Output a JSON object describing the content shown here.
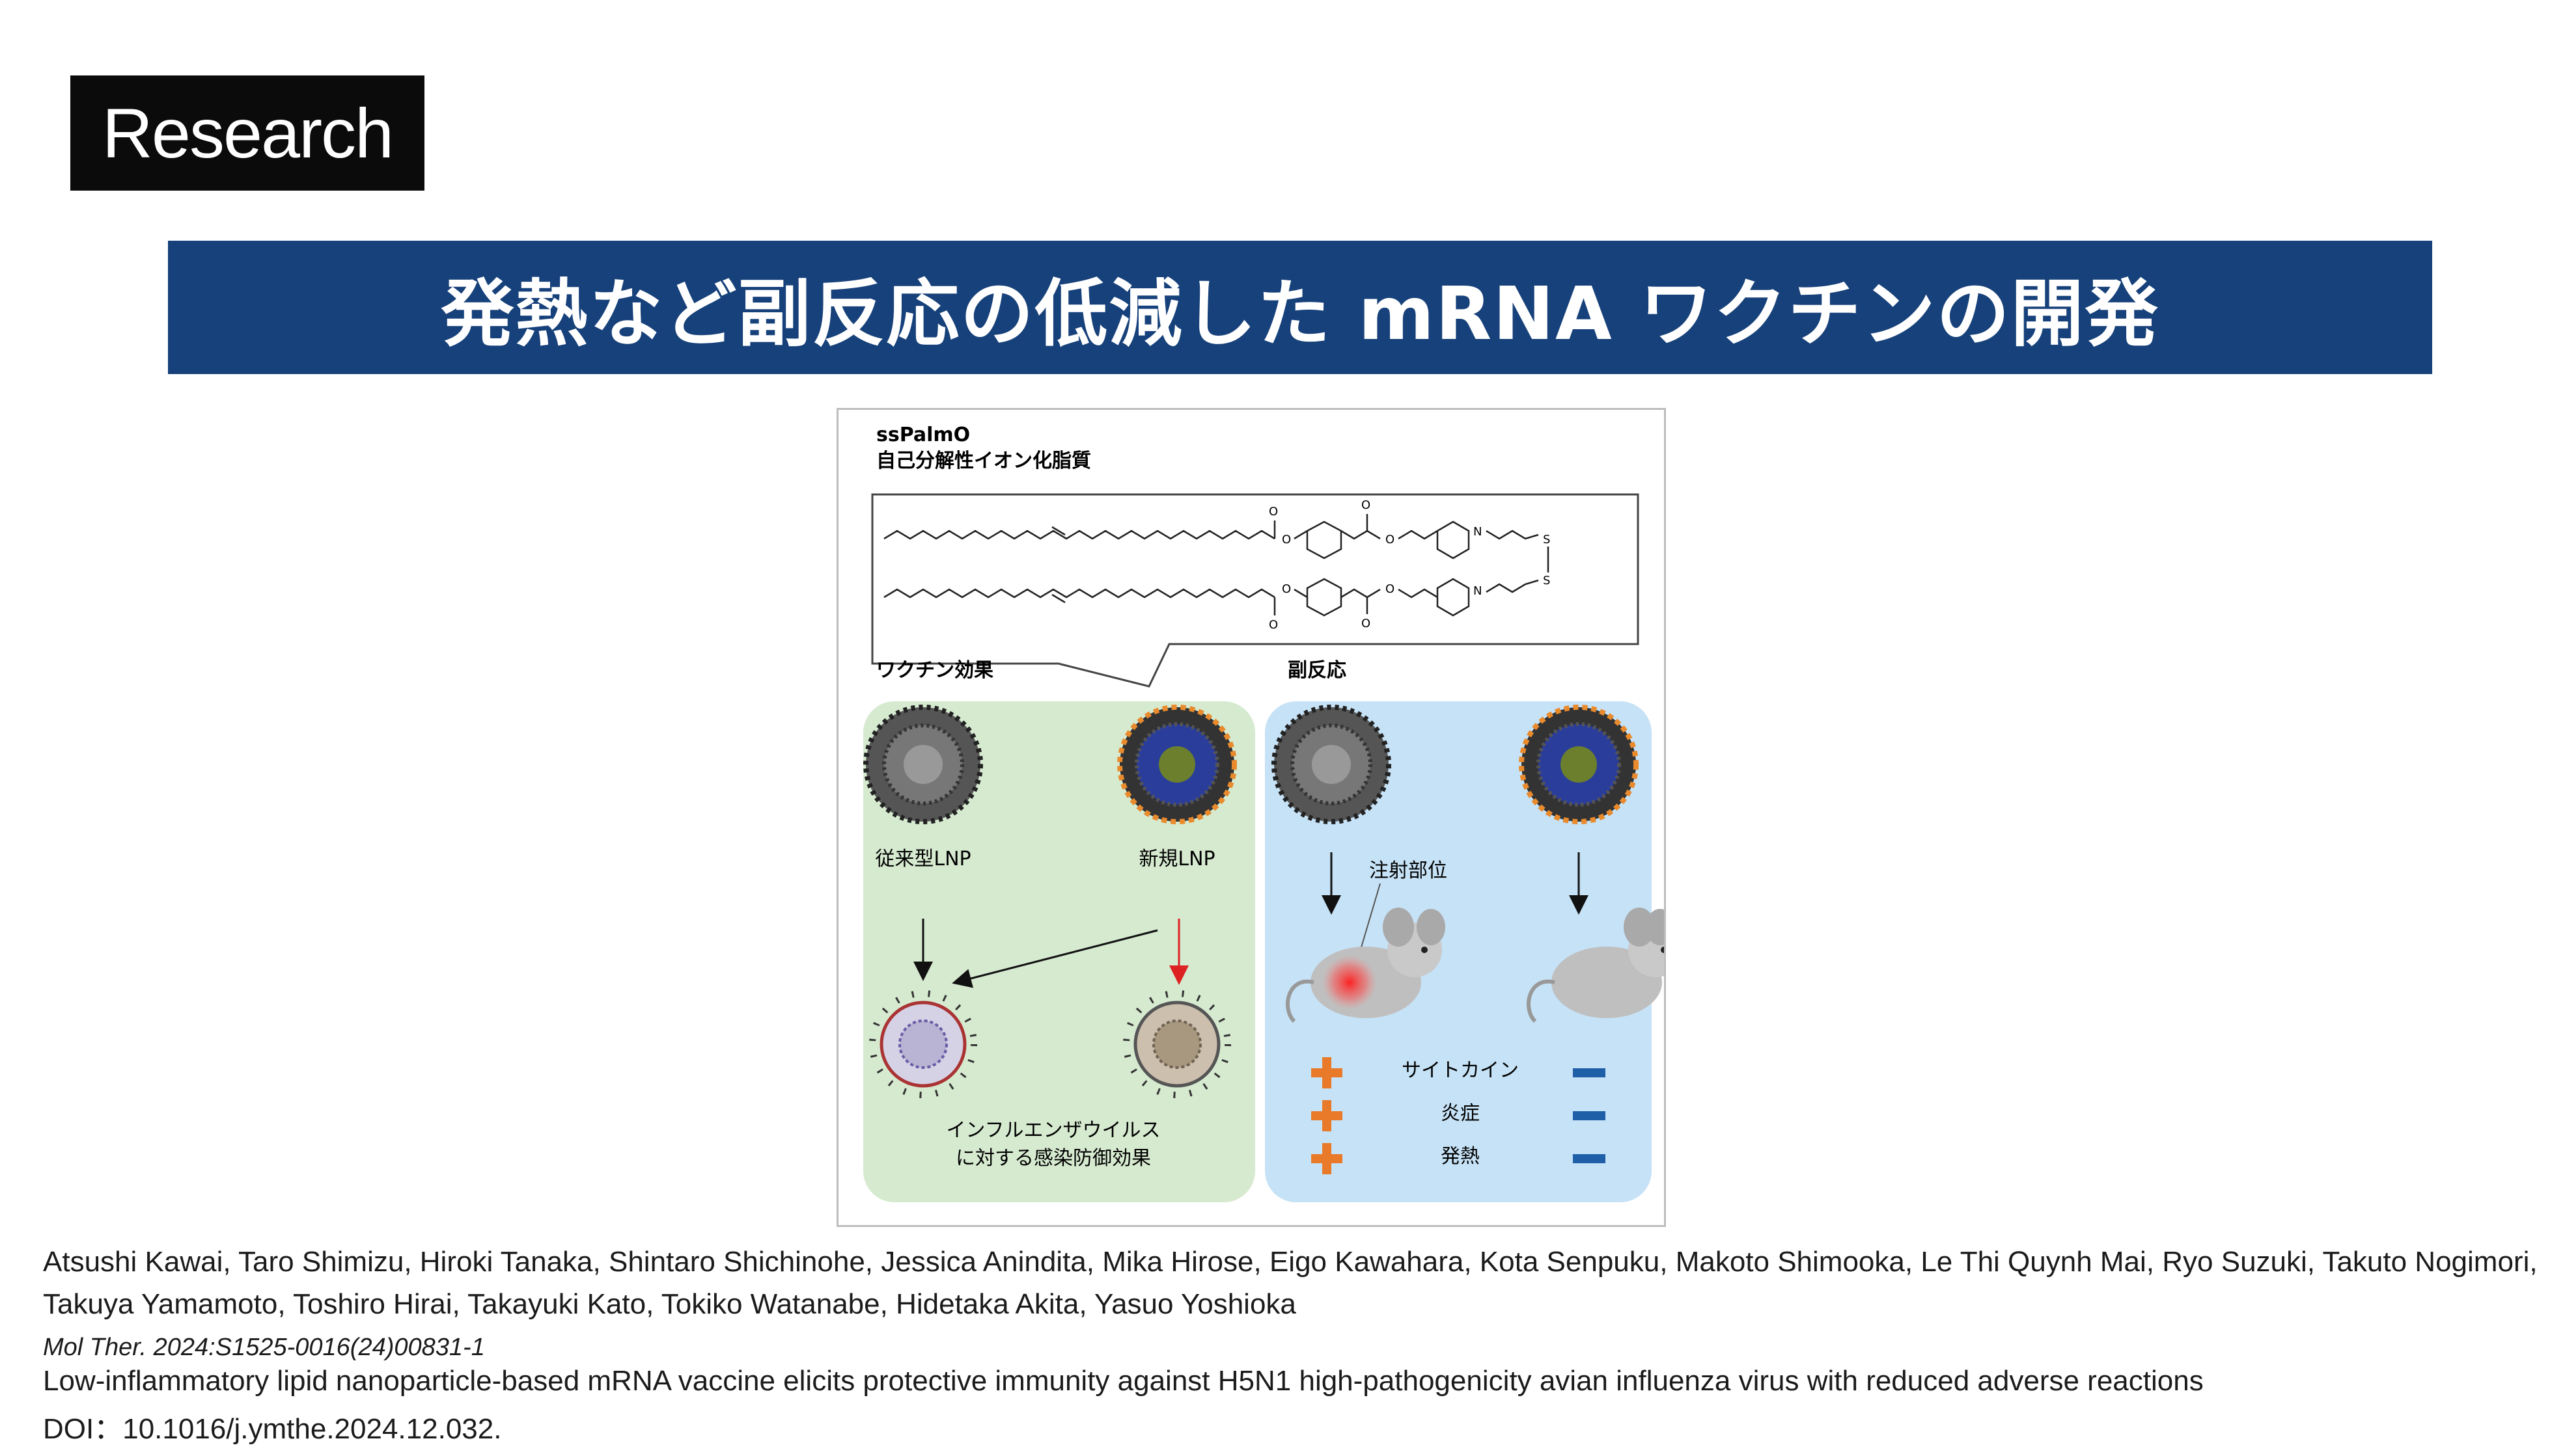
{
  "badge": "Research",
  "banner_title": "発熱など副反応の低減した mRNA ワクチンの開発",
  "figure": {
    "compound_name": "ssPalmO",
    "compound_desc": "自己分解性イオン化脂質",
    "vaccine_effect_label": "ワクチン効果",
    "side_effect_label": "副反応",
    "conventional_lnp": "従来型LNP",
    "new_lnp": "新規LNP",
    "injection_site": "注射部位",
    "influenza_line1": "インフルエンザウイルス",
    "influenza_line2": "に対する感染防御効果",
    "side_effects": [
      "サイトカイン",
      "炎症",
      "発熱"
    ],
    "plus_color": "#e87a2a",
    "minus_color": "#1f5fa8",
    "green_panel": "#d6ead0",
    "blue_panel": "#c6e2f6"
  },
  "reference": {
    "authors_line1": "Atsushi Kawai, Taro Shimizu, Hiroki Tanaka, Shintaro Shichinohe, Jessica Anindita, Mika Hirose, Eigo Kawahara, Kota Senpuku, Makoto Shimooka, Le Thi Quynh Mai, Ryo Suzuki, Takuto Nogimori,",
    "authors_line2": "Takuya Yamamoto, Toshiro Hirai, Takayuki Kato, Tokiko Watanabe, Hidetaka Akita, Yasuo Yoshioka",
    "journal": "Mol Ther. 2024:S1525-0016(24)00831-1",
    "title": "Low-inflammatory lipid nanoparticle-based mRNA vaccine elicits protective immunity against H5N1 high-pathogenicity avian influenza virus with reduced adverse reactions",
    "doi": "DOI：10.1016/j.ymthe.2024.12.032."
  }
}
